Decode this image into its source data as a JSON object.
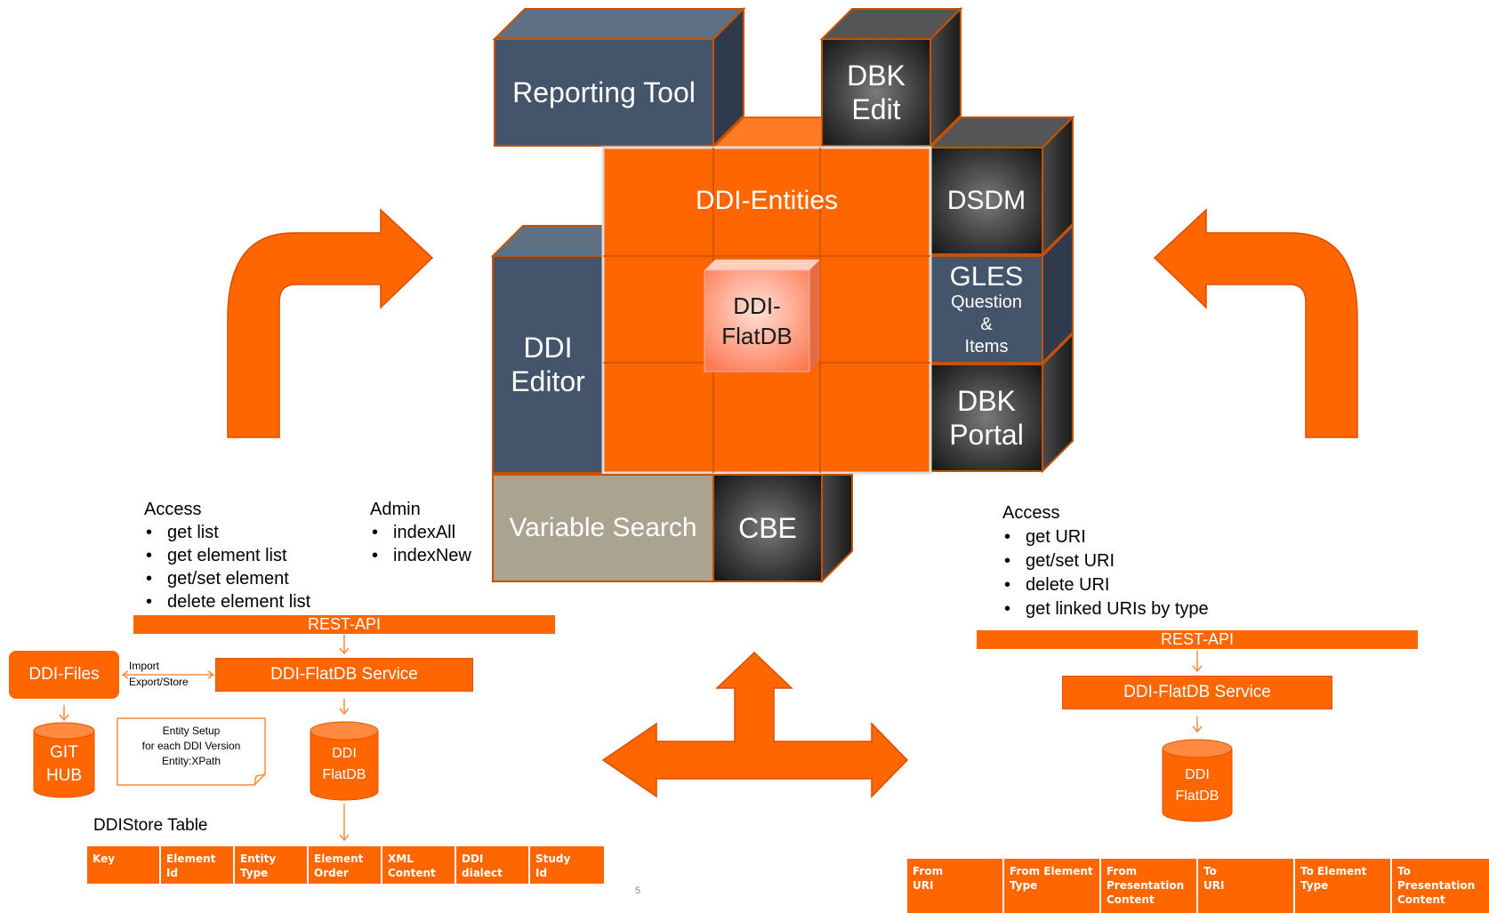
{
  "cube": {
    "reporting_tool": "Reporting Tool",
    "dbk_edit_1": "DBK",
    "dbk_edit_2": "Edit",
    "ddi_entities": "DDI-Entities",
    "dsdm": "DSDM",
    "gles_title": "GLES",
    "gles_sub_1": "Question",
    "gles_sub_2": "&",
    "gles_sub_3": "Items",
    "ddi_flatdb_1": "DDI-",
    "ddi_flatdb_2": "FlatDB",
    "ddi_editor_1": "DDI",
    "ddi_editor_2": "Editor",
    "dbk_portal_1": "DBK",
    "dbk_portal_2": "Portal",
    "variable_search": "Variable Search",
    "cbe": "CBE"
  },
  "left": {
    "access_title": "Access",
    "access_items": [
      "get list",
      "get element list",
      "get/set element",
      "delete element list"
    ],
    "admin_title": "Admin",
    "admin_items": [
      "indexAll",
      "indexNew"
    ],
    "rest_api": "REST-API",
    "ddi_files": "DDI-Files",
    "import": "Import",
    "export_store": "Export/Store",
    "service": "DDI-FlatDB Service",
    "git_1": "GIT",
    "git_2": "HUB",
    "note_1": "Entity Setup",
    "note_2": "for each DDI Version",
    "note_3": "Entity:XPath",
    "db_1": "DDI",
    "db_2": "FlatDB",
    "table_title": "DDIStore Table",
    "table_headers": [
      [
        "Key",
        ""
      ],
      [
        "Element",
        "Id"
      ],
      [
        "Entity",
        "Type"
      ],
      [
        "Element",
        "Order"
      ],
      [
        "XML",
        "Content"
      ],
      [
        "DDI",
        "dialect"
      ],
      [
        "Study",
        "Id"
      ]
    ]
  },
  "right": {
    "access_title": "Access",
    "access_items": [
      "get URI",
      "get/set URI",
      "delete URI",
      "get linked URIs by type"
    ],
    "rest_api": "REST-API",
    "service": "DDI-FlatDB Service",
    "db_1": "DDI",
    "db_2": "FlatDB",
    "table_headers": [
      [
        "From",
        "URI",
        ""
      ],
      [
        "From Element",
        "Type",
        ""
      ],
      [
        "From",
        "Presentation",
        "Content"
      ],
      [
        "To",
        "URI",
        ""
      ],
      [
        "To Element",
        "Type",
        ""
      ],
      [
        "To",
        "Presentation",
        "Content"
      ]
    ]
  },
  "page_number": "5",
  "colors": {
    "orange": "#ff6600",
    "slate": "#44546a",
    "dark": "#2b2b2b",
    "tan": "#aaa38f",
    "flatdb": "#ff8060"
  }
}
